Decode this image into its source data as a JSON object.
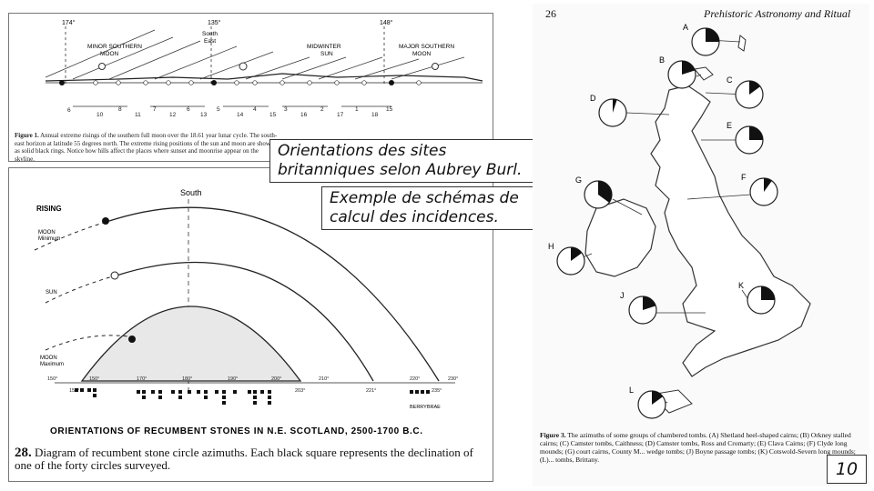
{
  "fig1": {
    "degree_labels": [
      "174°",
      "135°",
      "148°"
    ],
    "south_east": [
      "South",
      "East"
    ],
    "moon_minor": [
      "MINOR SOUTHERN",
      "MOON"
    ],
    "midwinter_sun": [
      "MIDWINTER",
      "SUN"
    ],
    "moon_major": [
      "MAJOR SOUTHERN",
      "MOON"
    ],
    "numbers": [
      "6",
      "10",
      "8",
      "11",
      "7",
      "12",
      "6",
      "13",
      "5",
      "14",
      "4",
      "15",
      "3",
      "16",
      "2",
      "17",
      "1",
      "18",
      "15"
    ],
    "caption_bold": "Figure 1.",
    "caption": " Annual extreme risings of the southern full moon over the 18.61 year lunar cycle. The south-east horizon at latitude 55 degrees north. The extreme rising positions of the sun and moon are shown as solid black rings. Notice how hills affect the places where sunset and moonrise appear on the skyline."
  },
  "overlay": {
    "caption1": "Orientations des sites britanniques selon Aubrey Burl.",
    "caption2": "Exemple de schémas de calcul des incidences."
  },
  "fig28": {
    "south": "South",
    "rising": "RISING",
    "moon_min": [
      "MOON",
      "Minimum"
    ],
    "sun": "SUN",
    "moon_max": [
      "MOON",
      "Maximum"
    ],
    "degrees": [
      "150°",
      "150°",
      "170°",
      "180°",
      "190°",
      "200°",
      "210°",
      "220°",
      "230°"
    ],
    "degrees2": [
      "155°",
      "203°",
      "221°",
      "235°"
    ],
    "berrybrae": "BERRYBRAE",
    "title": "ORIENTATIONS OF RECUMBENT STONES IN N.E. SCOTLAND, 2500-1700 B.C.",
    "caption_bold": "28.",
    "caption": " Diagram of recumbent stone circle azimuths. Each black square represents the declination of one of the forty circles surveyed."
  },
  "book": {
    "page": "26",
    "title": "Prehistoric Astronomy and Ritual",
    "pies": [
      {
        "label": "A",
        "frac": 0.25
      },
      {
        "label": "B",
        "frac": 0.2
      },
      {
        "label": "C",
        "frac": 0.15
      },
      {
        "label": "D",
        "frac": 0.05
      },
      {
        "label": "E",
        "frac": 0.25
      },
      {
        "label": "F",
        "frac": 0.1
      },
      {
        "label": "G",
        "frac": 0.35
      },
      {
        "label": "H",
        "frac": 0.15
      },
      {
        "label": "J",
        "frac": 0.2
      },
      {
        "label": "K",
        "frac": 0.25
      },
      {
        "label": "L",
        "frac": 0.15
      }
    ],
    "caption_bold": "Figure 3.",
    "caption": " The azimuths of some groups of chambered tombs. (A) Shetland heel-shaped cairns; (B) Orkney stalled cairns; (C) Camster tombs, Caithness; (D) Camster tombs, Ross and Cromarty; (E) Clava Cairns; (F) Clyde long mounds; (G) court cairns, County M... wedge tombs; (J) Boyne passage tombs; (K) Cotswold-Severn long mounds; (L)... tombs, Brittany."
  },
  "slide_number": "10"
}
